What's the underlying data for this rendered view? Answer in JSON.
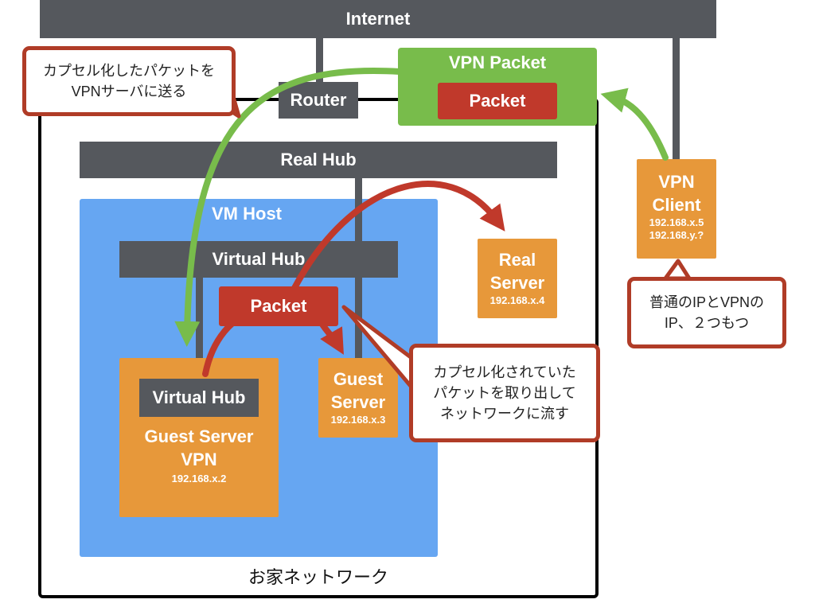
{
  "internet": {
    "label": "Internet"
  },
  "router": {
    "label": "Router"
  },
  "real_hub": {
    "label": "Real Hub"
  },
  "vm_host": {
    "label": "VM Host"
  },
  "virtual_hub_top": {
    "label": "Virtual Hub"
  },
  "virtual_hub_inner": {
    "label": "Virtual Hub"
  },
  "guest_server_vpn": {
    "title_line1": "Guest Server",
    "title_line2": "VPN",
    "ip": "192.168.x.2"
  },
  "guest_server": {
    "title_line1": "Guest",
    "title_line2": "Server",
    "ip": "192.168.x.3"
  },
  "real_server": {
    "title_line1": "Real",
    "title_line2": "Server",
    "ip": "192.168.x.4"
  },
  "vpn_client": {
    "title_line1": "VPN",
    "title_line2": "Client",
    "ip1": "192.168.x.5",
    "ip2": "192.168.y.?"
  },
  "vpn_packet": {
    "label": "VPN Packet",
    "inner_label": "Packet"
  },
  "packet": {
    "label": "Packet"
  },
  "home_network": {
    "label": "お家ネットワーク"
  },
  "callouts": {
    "top_left": {
      "line1": "カプセル化したパケットを",
      "line2": "VPNサーバに送る"
    },
    "right": {
      "line1": "普通のIPとVPNの",
      "line2": "IP、２つもつ"
    },
    "middle": {
      "line1": "カプセル化されていた",
      "line2": "パケットを取り出して",
      "line3": "ネットワークに流す"
    }
  },
  "colors": {
    "bar": "#55585d",
    "vm_host": "#66a6f2",
    "server": "#e7983a",
    "green": "#78bc4b",
    "red": "#c0392b",
    "callout_border": "#b03c27"
  }
}
